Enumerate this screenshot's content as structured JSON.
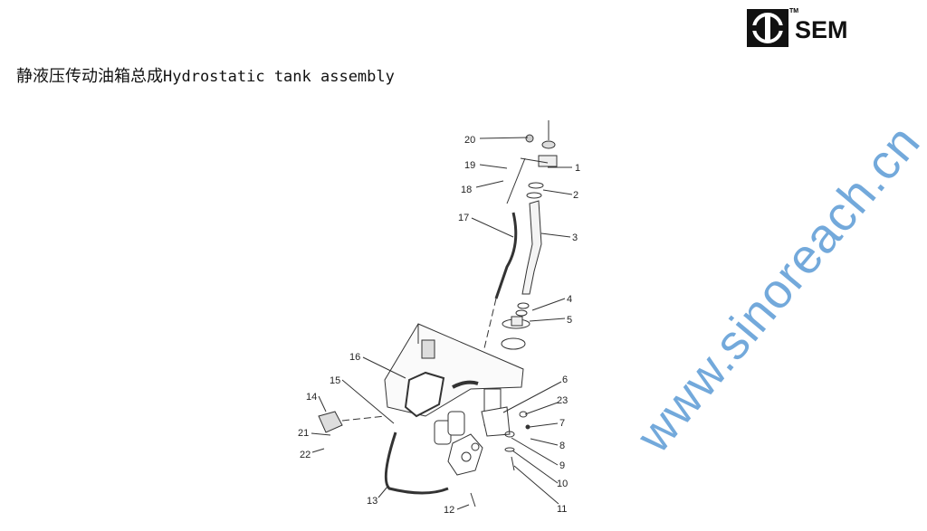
{
  "header": {
    "title_cn": "静液压传动油箱总成",
    "title_en": "Hydrostatic tank assembly",
    "logo_text": "SEM",
    "logo_tm": "TM"
  },
  "diagram": {
    "callouts": [
      "1",
      "2",
      "3",
      "4",
      "5",
      "6",
      "7",
      "8",
      "9",
      "10",
      "11",
      "12",
      "13",
      "14",
      "15",
      "16",
      "17",
      "18",
      "19",
      "20",
      "21",
      "22",
      "23"
    ]
  },
  "watermark": "www.sinoreach.cn",
  "colors": {
    "watermark": "#5b9bd5",
    "line": "#333333"
  }
}
